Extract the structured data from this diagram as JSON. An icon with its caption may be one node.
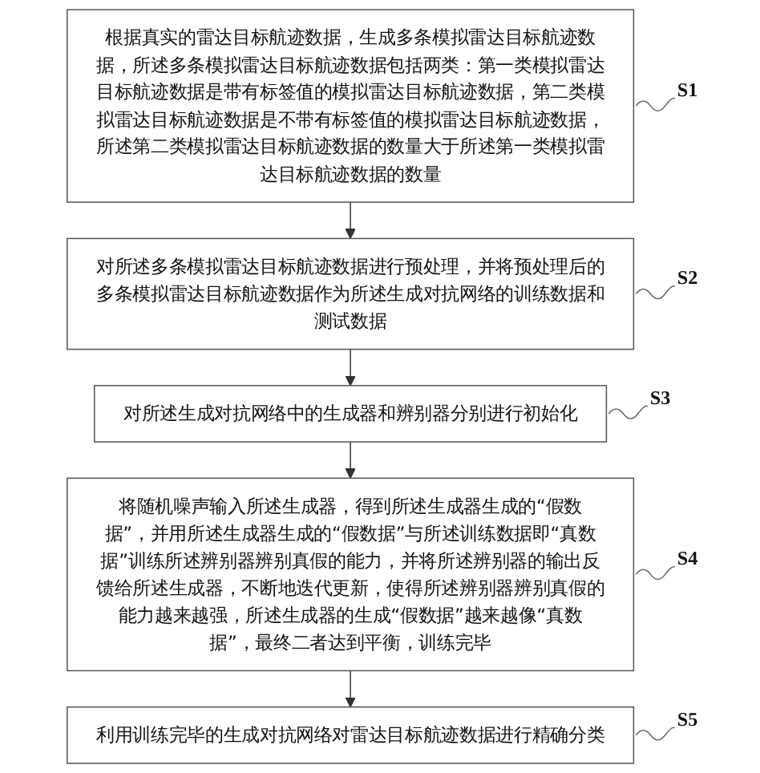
{
  "diagram": {
    "nodes": [
      {
        "text": [
          "根据真实的雷达目标航迹数据，生成多条模拟雷达目标航迹数据，所述多条模拟雷达目标航迹数据包括两类：第一类模拟雷达目标航迹数据是带有标签值的模拟雷达目标航迹数据，第二类模拟雷达目标航迹数据是不带有标签值的模拟雷达目标航迹数据，所述第二类模拟雷达目标航迹数据的数量大于所述第一类模拟雷达目标航迹数据的数量"
        ],
        "beside": [
          "S1"
        ]
      },
      {
        "text": [
          "对所述多条模拟雷达目标航迹数据进行预处理，并将预处理后的多条模拟雷达目标航迹数据作为所述生成对抗网络的训练数据和测试数据"
        ],
        "beside": [
          "S2"
        ]
      },
      {
        "text": [
          "对所述生成对抗网络中的生成器和辨别器分别进行初始化"
        ],
        "beside": [
          "S3"
        ]
      },
      {
        "text": [
          "将随机噪声输入所述生成器，得到所述生成器生成的“假数据”，并用所述生成器生成的“假数据”与所述训练数据即“真数据”训练所述辨别器辨别真假的能力，并将所述辨别器的输出反馈给所述生成器，不断地迭代更新，使得所述辨别器辨别真假的能力越来越强，所述生成器的生成“假数据”越来越像“真数据”，最终二者达到平衡，训练完毕"
        ],
        "beside": [
          "S4"
        ]
      },
      {
        "text": [
          "利用训练完毕的生成对抗网络对雷达目标航迹数据进行精确分类"
        ],
        "beside": [
          "S5"
        ]
      }
    ],
    "edges": [
      {
        "from": 0,
        "to": 1,
        "arrow": "to"
      },
      {
        "from": 1,
        "to": 2,
        "arrow": "to"
      },
      {
        "from": 2,
        "to": 3,
        "arrow": "to"
      },
      {
        "from": 3,
        "to": 4,
        "arrow": "to"
      }
    ]
  }
}
